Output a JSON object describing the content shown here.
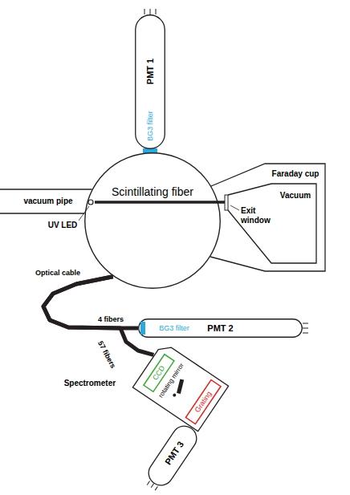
{
  "diagram": {
    "nodes": [
      {
        "text": [
          "PMT 1",
          "BG3 filter"
        ]
      },
      {
        "text": [
          "Scintillating fiber"
        ]
      },
      {
        "text": [
          "Faraday cup"
        ]
      },
      {
        "text": [
          "BG3 filter",
          "PMT 2"
        ]
      },
      {
        "text": [
          "Spectrometer"
        ]
      },
      {
        "text": [
          "Grating"
        ],
        "in": 4
      },
      {
        "text": [
          "CCD"
        ],
        "in": 4
      },
      {
        "text": [
          "PMT 3"
        ]
      }
    ],
    "edges": [
      {
        "from": 1,
        "to": 3,
        "label": "4 fibers",
        "arrow": "none"
      },
      {
        "from": 1,
        "to": 4,
        "label": "57 fibers",
        "arrow": "none"
      }
    ],
    "labels": [
      "vacuum pipe",
      "UV LED",
      "Exit window",
      "Vacuum",
      "Optical cable",
      "rotating mirror"
    ]
  }
}
